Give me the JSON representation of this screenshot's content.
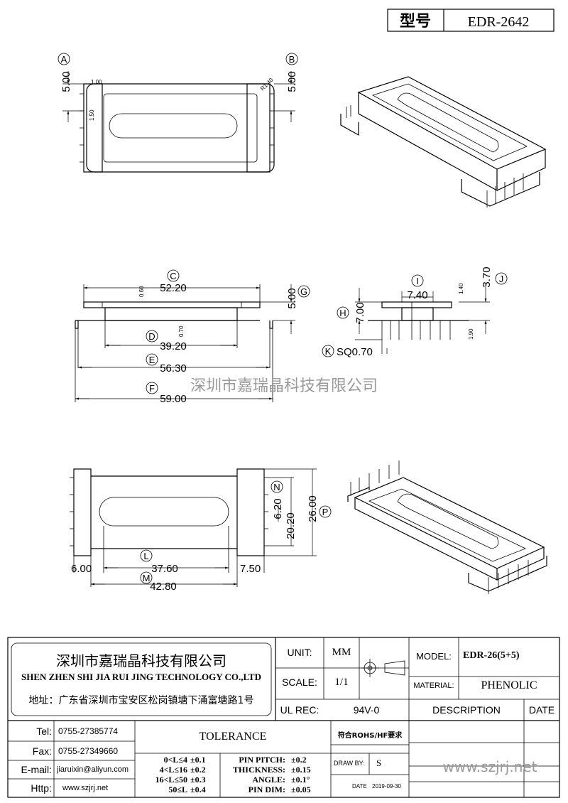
{
  "header": {
    "label": "型号",
    "model": "EDR-2642"
  },
  "watermark": {
    "company": "深圳市嘉瑞晶科技有限公司",
    "site": "www.szjrj.net"
  },
  "circles": {
    "A": "A",
    "B": "B",
    "C": "C",
    "D": "D",
    "E": "E",
    "F": "F",
    "G": "G",
    "H": "H",
    "I": "I",
    "J": "J",
    "K": "K",
    "L": "L",
    "M": "M",
    "N": "N",
    "P": "P"
  },
  "dims": {
    "a": "5.00",
    "a_small": "1.00",
    "a_pin": "1.50",
    "b": "5.00",
    "b_r": "R1.40",
    "c": "52.20",
    "c_small": "0.60",
    "d": "39.20",
    "d_small": "0.70",
    "e": "56.30",
    "f": "59.00",
    "g": "5.00",
    "i": "7.40",
    "i_small": "1.40",
    "j": "3.70",
    "h": "7.00",
    "h_small": "1.90",
    "k": "SQ0.70",
    "l": "37.60",
    "l_left": "6.00",
    "l_right": "7.50",
    "m": "42.80",
    "n": "6.20",
    "n2": "20.20",
    "p": "26.00"
  },
  "company": {
    "name_cn": "深圳市嘉瑞晶科技有限公司",
    "name_en": "SHEN ZHEN SHI  JIA RUI JING  TECHNOLOGY CO.,LTD",
    "address": "地址：广东省深圳市宝安区松岗镇塘下涌富塘路1号"
  },
  "contacts": [
    {
      "label": "Tel:",
      "value": "0755-27385774"
    },
    {
      "label": "Fax:",
      "value": "0755-27349660"
    },
    {
      "label": "E-mail:",
      "value": "jiaruixin@aliyun.com"
    },
    {
      "label": "Http:",
      "value": "www.szjrj.net"
    }
  ],
  "title_block": {
    "unit_label": "UNIT:",
    "unit_value": "MM",
    "scale_label": "SCALE:",
    "scale_value": "1/1",
    "ul_label": "UL REC:",
    "ul_value": "94V-0",
    "model_label": "MODEL:",
    "model_value": "EDR-26(5+5)",
    "material_label": "MATERIAL:",
    "material_value": "PHENOLIC",
    "description_label": "DESCRIPTION",
    "date_label": "DATE",
    "tolerance_label": "TOLERANCE",
    "rohs": "符合ROHS/HF要求",
    "draw_label": "DRAW BY:",
    "draw_value": "S",
    "date_small_label": "DATE",
    "date_value": "2019-09-30"
  },
  "tolerances": [
    {
      "range": "0<L≤4",
      "tol": "±0.1"
    },
    {
      "range": "4<L≤16",
      "tol": "±0.2"
    },
    {
      "range": "16<L≤50",
      "tol": "±0.3"
    },
    {
      "range": "50≤L",
      "tol": "±0.4"
    }
  ],
  "specs": [
    {
      "label": "PIN PITCH:",
      "value": "±0.2"
    },
    {
      "label": "THICKNESS:",
      "value": "±0.15"
    },
    {
      "label": "ANGLE:",
      "value": "±0.1°"
    },
    {
      "label": "PIN DIM:",
      "value": "±0.05"
    }
  ]
}
